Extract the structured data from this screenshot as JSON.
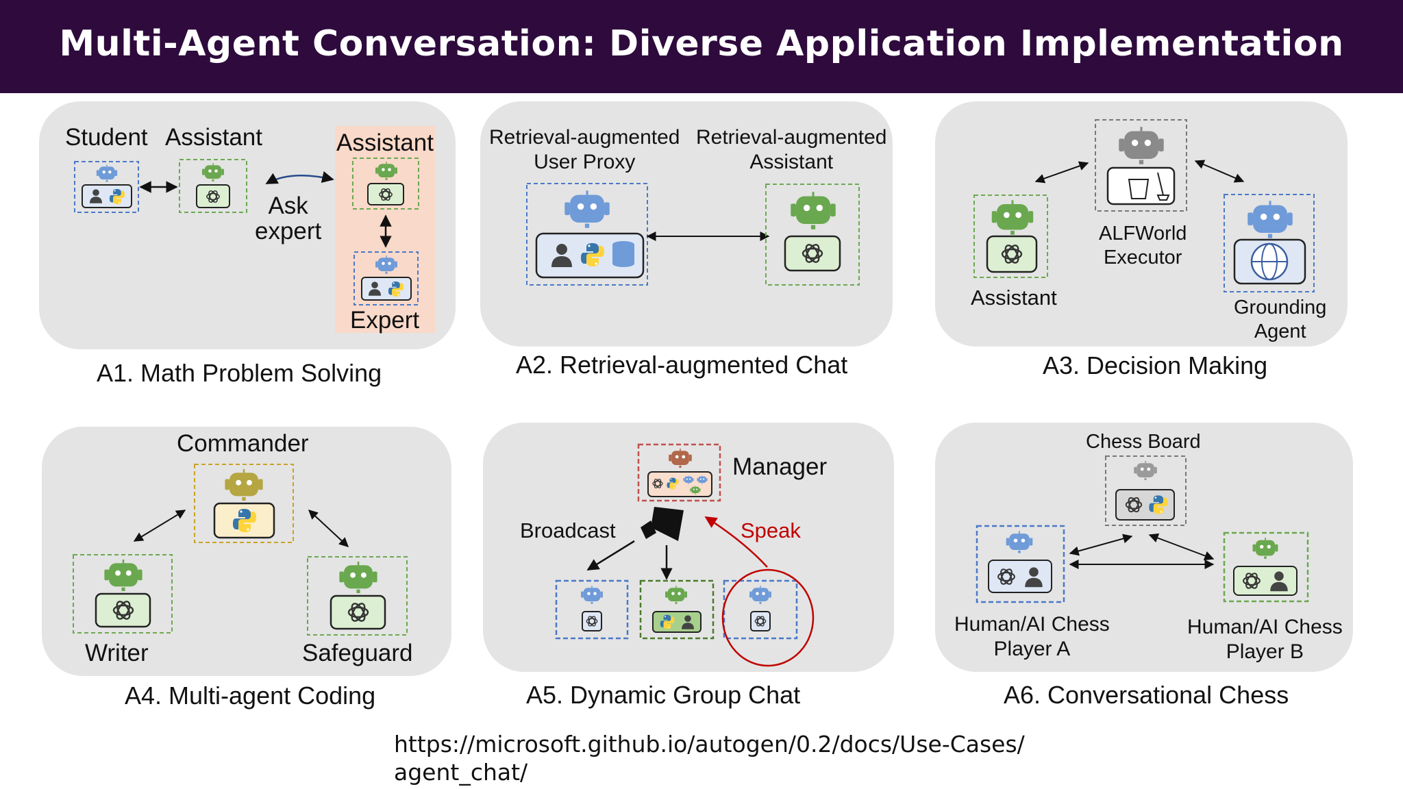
{
  "title": "Multi-Agent Conversation: Diverse Application Implementation",
  "panels": {
    "a1": {
      "caption": "A1. Math Problem Solving",
      "student": "Student",
      "assistant": "Assistant",
      "assistant2": "Assistant",
      "ask_expert": "Ask\nexpert",
      "expert": "Expert"
    },
    "a2": {
      "caption": "A2. Retrieval-augmented Chat",
      "user_proxy": "Retrieval-augmented\nUser Proxy",
      "assistant": "Retrieval-augmented\nAssistant"
    },
    "a3": {
      "caption": "A3. Decision Making",
      "executor": "ALFWorld\nExecutor",
      "assistant": "Assistant",
      "grounding": "Grounding\nAgent"
    },
    "a4": {
      "caption": "A4. Multi-agent Coding",
      "commander": "Commander",
      "writer": "Writer",
      "safeguard": "Safeguard"
    },
    "a5": {
      "caption": "A5. Dynamic Group Chat",
      "manager": "Manager",
      "broadcast": "Broadcast",
      "speak": "Speak"
    },
    "a6": {
      "caption": "A6. Conversational Chess",
      "board": "Chess Board",
      "player_a": "Human/AI Chess\nPlayer A",
      "player_b": "Human/AI Chess\nPlayer B"
    }
  },
  "colors": {
    "header": "#2e0a3d",
    "panel": "#e4e4e4",
    "blue": "#4a78c8",
    "green": "#6aa84f",
    "yellow": "#c9a227",
    "red": "#c0504d",
    "gray": "#777777",
    "speak": "#c00000"
  },
  "source_url": "https://microsoft.github.io/autogen/0.2/docs/Use-Cases/\nagent_chat/"
}
